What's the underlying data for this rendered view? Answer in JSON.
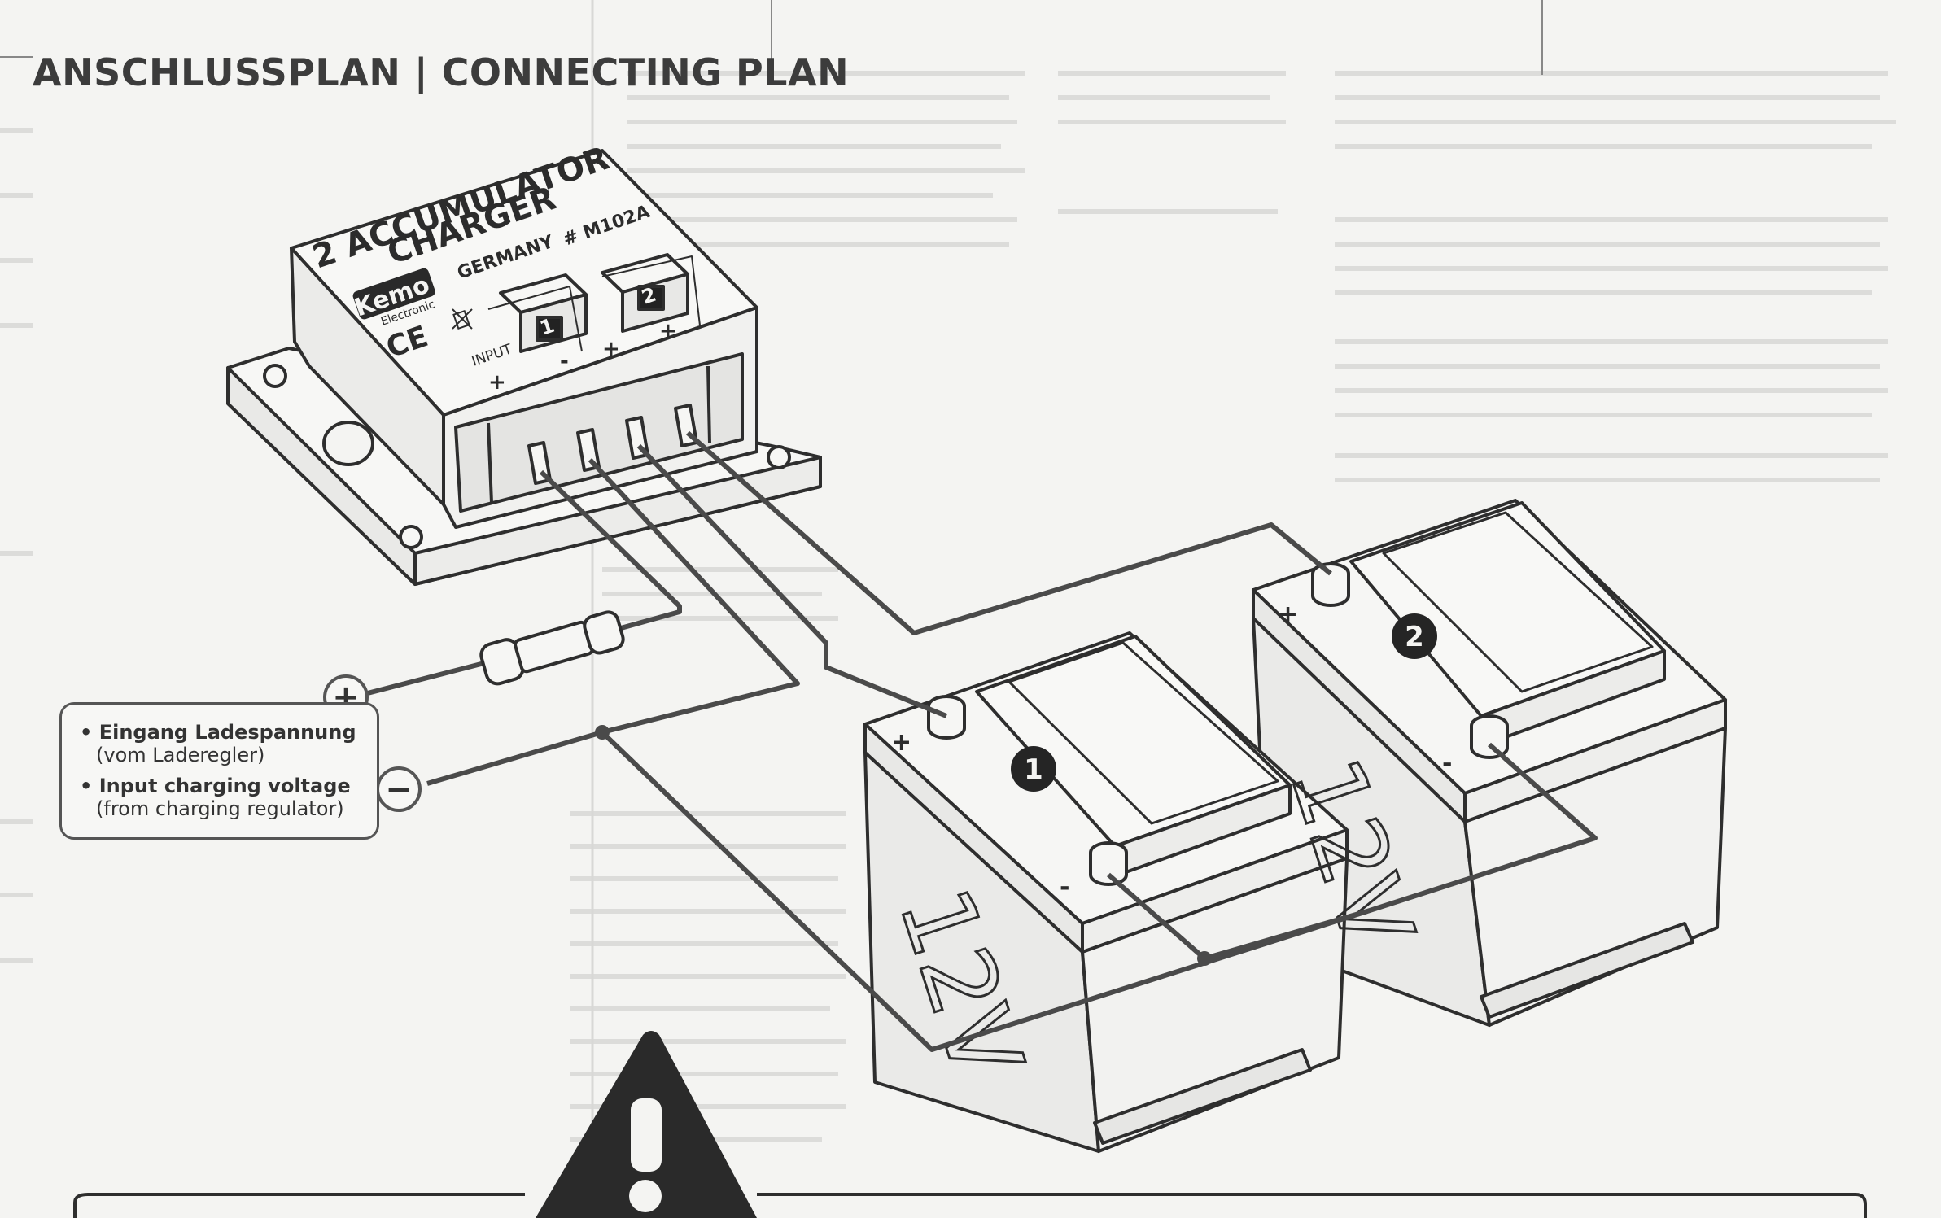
{
  "title": "ANSCHLUSSPLAN | CONNECTING PLAN",
  "charger": {
    "title_line1": "2 ACCUMULATOR",
    "title_line2": "CHARGER",
    "brand": "Kemo",
    "brand_sub": "Electronic",
    "country": "GERMANY",
    "model": "# M102A",
    "marks": "CE",
    "input_label": "INPUT",
    "battery_marker_1": "1",
    "battery_marker_2": "2",
    "plus_sign": "+",
    "minus_sign": "-"
  },
  "input_terminal": {
    "plus_symbol": "+",
    "minus_symbol": "−"
  },
  "legend": {
    "de_label": "Eingang Ladespannung",
    "de_sub": "(vom Laderegler)",
    "en_label": "Input charging voltage",
    "en_sub": "(from charging regulator)"
  },
  "batteries": [
    {
      "number": "1",
      "voltage": "12V",
      "plus": "+",
      "minus": "-"
    },
    {
      "number": "2",
      "voltage": "12V",
      "plus": "+",
      "minus": "-"
    }
  ],
  "warning": {
    "symbol": "!"
  },
  "colors": {
    "line": "#4a4a4a",
    "paper": "#f4f4f2"
  }
}
